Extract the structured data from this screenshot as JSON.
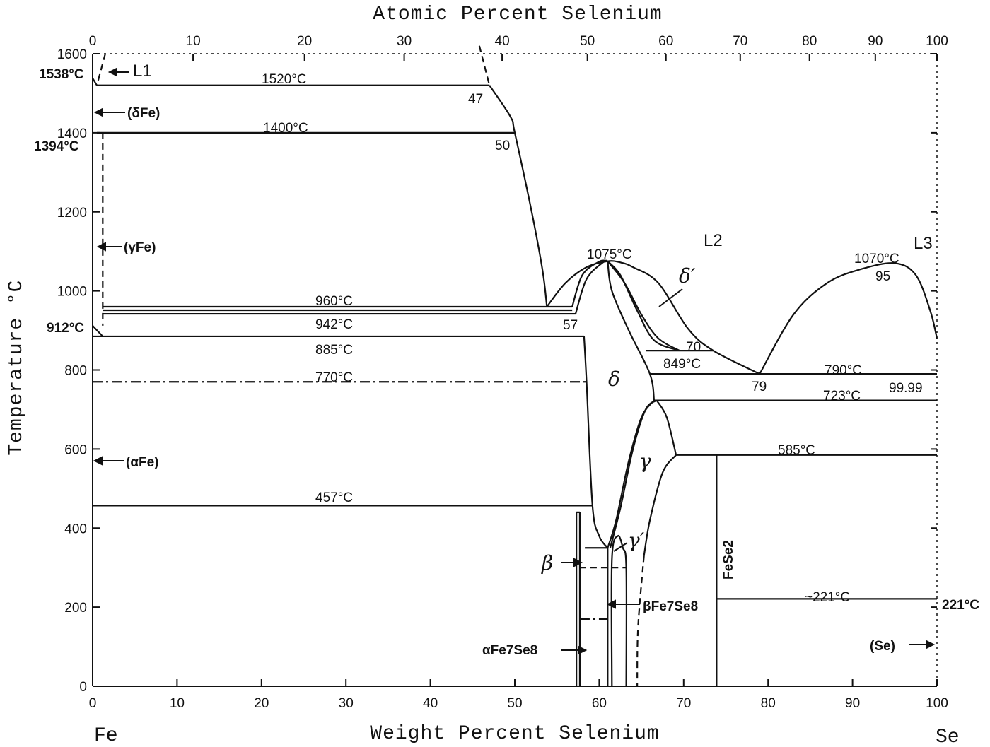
{
  "chart_data": {
    "type": "line",
    "title": "",
    "xlabel": "Weight Percent Selenium",
    "x2label": "Atomic Percent Selenium",
    "ylabel": "Temperature °C",
    "xlim": [
      0,
      100
    ],
    "ylim": [
      0,
      1600
    ],
    "grid": false,
    "x_ticks": [
      "0",
      "10",
      "20",
      "30",
      "40",
      "50",
      "60",
      "70",
      "80",
      "90",
      "100"
    ],
    "x2_ticks": [
      {
        "label": "0",
        "wt": 0
      },
      {
        "label": "10",
        "wt": 11.9
      },
      {
        "label": "20",
        "wt": 25.1
      },
      {
        "label": "30",
        "wt": 36.9
      },
      {
        "label": "40",
        "wt": 48.5
      },
      {
        "label": "50",
        "wt": 58.6
      },
      {
        "label": "60",
        "wt": 67.9
      },
      {
        "label": "70",
        "wt": 76.7
      },
      {
        "label": "80",
        "wt": 84.9
      },
      {
        "label": "90",
        "wt": 92.7
      },
      {
        "label": "100",
        "wt": 100
      }
    ],
    "y_ticks": [
      "0",
      "200",
      "400",
      "600",
      "800",
      "1000",
      "1200",
      "1400",
      "1600"
    ],
    "end_labels": {
      "left": "Fe",
      "right": "Se"
    },
    "isotherms": [
      {
        "name": "1520°C",
        "T": 1520,
        "x": [
          0.5,
          47
        ]
      },
      {
        "name": "1400°C",
        "T": 1400,
        "x": [
          0.5,
          50
        ]
      },
      {
        "name": "960°C",
        "T": 960,
        "x": [
          1.2,
          56.8
        ]
      },
      {
        "name": "942°C",
        "T": 942,
        "x": [
          1.2,
          57.2
        ]
      },
      {
        "name": "885°C",
        "T": 885,
        "x": [
          0,
          58.2
        ]
      },
      {
        "name": "770°C",
        "T": 770,
        "x": [
          0,
          58.5
        ],
        "style": "dashdot"
      },
      {
        "name": "457°C",
        "T": 457,
        "x": [
          0,
          59.2
        ]
      },
      {
        "name": "849°C",
        "T": 849,
        "x": [
          65.5,
          73.5
        ]
      },
      {
        "name": "790°C",
        "T": 790,
        "x": [
          66,
          100
        ]
      },
      {
        "name": "723°C",
        "T": 723,
        "x": [
          66.5,
          100
        ]
      },
      {
        "name": "585°C",
        "T": 585,
        "x": [
          69.1,
          100
        ]
      },
      {
        "name": "~221°C",
        "T": 221,
        "x": [
          73.9,
          100
        ]
      }
    ],
    "series": [
      {
        "name": "",
        "style": "solid",
        "points": [
          [
            47,
            1520
          ],
          [
            49.5,
            1440
          ],
          [
            50,
            1400
          ],
          [
            52,
            1200
          ],
          [
            53.3,
            1050
          ],
          [
            53.8,
            960
          ]
        ]
      },
      {
        "name": "",
        "style": "dashed",
        "points": [
          [
            45.8,
            1620
          ],
          [
            47,
            1520
          ]
        ]
      },
      {
        "name": "",
        "style": "dashed",
        "points": [
          [
            1.5,
            1600
          ],
          [
            0.5,
            1520
          ]
        ]
      },
      {
        "name": "",
        "style": "solid",
        "points": [
          [
            0,
            1538
          ],
          [
            0.5,
            1520
          ]
        ]
      },
      {
        "name": "",
        "style": "dashed",
        "points": [
          [
            1.2,
            1400
          ],
          [
            1.2,
            912
          ]
        ]
      },
      {
        "name": "",
        "style": "solid",
        "points": [
          [
            0,
            912
          ],
          [
            1.2,
            885
          ]
        ]
      },
      {
        "name": "",
        "style": "solid",
        "points": [
          [
            53.8,
            960
          ],
          [
            56,
            1020
          ],
          [
            58.5,
            1060
          ],
          [
            61,
            1075
          ],
          [
            62.5,
            1072
          ],
          [
            64,
            1060
          ],
          [
            67,
            1020
          ],
          [
            70.5,
            905
          ],
          [
            73.5,
            849
          ],
          [
            79,
            790
          ]
        ]
      },
      {
        "name": "",
        "style": "solid",
        "points": [
          [
            56.8,
            960
          ],
          [
            58,
            1040
          ],
          [
            60,
            1074
          ],
          [
            61,
            1075
          ]
        ]
      },
      {
        "name": "",
        "style": "solid",
        "points": [
          [
            57.2,
            942
          ],
          [
            58.5,
            1030
          ],
          [
            60.5,
            1073
          ],
          [
            61,
            1075
          ]
        ]
      },
      {
        "name": "",
        "style": "solid",
        "points": [
          [
            61,
            1075
          ],
          [
            63,
            1020
          ],
          [
            65,
            940
          ],
          [
            67,
            880
          ],
          [
            69.5,
            849
          ]
        ]
      },
      {
        "name": "",
        "style": "solid",
        "points": [
          [
            61,
            1075
          ],
          [
            62.5,
            1040
          ],
          [
            64.5,
            950
          ],
          [
            66.5,
            875
          ],
          [
            69.5,
            849
          ]
        ]
      },
      {
        "name": "",
        "style": "solid",
        "points": [
          [
            61,
            1075
          ],
          [
            61.5,
            1000
          ],
          [
            63.5,
            900
          ],
          [
            66,
            790
          ],
          [
            66.5,
            723
          ]
        ]
      },
      {
        "name": "",
        "style": "solid",
        "points": [
          [
            58.2,
            885
          ],
          [
            58.5,
            770
          ],
          [
            59.2,
            457
          ],
          [
            60,
            380
          ],
          [
            61,
            350
          ]
        ]
      },
      {
        "name": "",
        "style": "solid",
        "points": [
          [
            61,
            350
          ],
          [
            62,
            420
          ],
          [
            63.5,
            570
          ],
          [
            65,
            680
          ],
          [
            66.5,
            723
          ]
        ]
      },
      {
        "name": "",
        "style": "solid",
        "points": [
          [
            61.3,
            350
          ],
          [
            62.5,
            450
          ],
          [
            64,
            600
          ],
          [
            65.5,
            700
          ],
          [
            66.8,
            723
          ]
        ]
      },
      {
        "name": "",
        "style": "solid",
        "points": [
          [
            66.8,
            723
          ],
          [
            68,
            680
          ],
          [
            69.1,
            585
          ]
        ]
      },
      {
        "name": "",
        "style": "solid",
        "points": [
          [
            69.1,
            585
          ],
          [
            67.5,
            540
          ],
          [
            66,
            420
          ],
          [
            65.3,
            330
          ]
        ]
      },
      {
        "name": "",
        "style": "dashed",
        "points": [
          [
            65.3,
            330
          ],
          [
            64.6,
            150
          ],
          [
            64.5,
            0
          ]
        ]
      },
      {
        "name": "",
        "style": "solid",
        "points": [
          [
            79,
            790
          ],
          [
            83,
            940
          ],
          [
            87,
            1020
          ],
          [
            91,
            1055
          ],
          [
            95,
            1070
          ],
          [
            97.5,
            1040
          ],
          [
            99.2,
            950
          ],
          [
            100,
            880
          ]
        ]
      },
      {
        "name": "",
        "style": "solid",
        "points": [
          [
            57.3,
            0
          ],
          [
            57.3,
            440
          ]
        ]
      },
      {
        "name": "",
        "style": "solid",
        "points": [
          [
            57.7,
            0
          ],
          [
            57.7,
            440
          ]
        ]
      },
      {
        "name": "",
        "style": "solid",
        "points": [
          [
            57.3,
            440
          ],
          [
            57.7,
            440
          ]
        ]
      },
      {
        "name": "",
        "style": "solid",
        "points": [
          [
            58.3,
            350
          ],
          [
            61,
            350
          ]
        ]
      },
      {
        "name": "",
        "style": "dashed",
        "points": [
          [
            57.7,
            300
          ],
          [
            61,
            300
          ]
        ]
      },
      {
        "name": "",
        "style": "dashdot",
        "points": [
          [
            57.7,
            170
          ],
          [
            61,
            170
          ]
        ]
      },
      {
        "name": "",
        "style": "solid",
        "points": [
          [
            61,
            350
          ],
          [
            61,
            0
          ]
        ]
      },
      {
        "name": "",
        "style": "solid",
        "points": [
          [
            61.5,
            0
          ],
          [
            61.5,
            320
          ],
          [
            62.2,
            380
          ],
          [
            62.8,
            350
          ],
          [
            63.2,
            300
          ],
          [
            63.2,
            0
          ]
        ]
      },
      {
        "name": "",
        "style": "dashed",
        "points": [
          [
            61.5,
            300
          ],
          [
            63.2,
            300
          ]
        ]
      },
      {
        "name": "",
        "style": "solid",
        "points": [
          [
            73.9,
            585
          ],
          [
            73.9,
            0
          ]
        ]
      }
    ],
    "annotations": [
      "1538°C",
      "L1",
      "(δFe)",
      "1520°C",
      "47",
      "1400°C",
      "50",
      "1394°C",
      "(γFe)",
      "912°C",
      "960°C",
      "942°C",
      "57",
      "885°C",
      "770°C",
      "1075°C",
      "L2",
      "δ′",
      "δ",
      "70",
      "849°C",
      "79",
      "790°C",
      "723°C",
      "99.99",
      "1070°C",
      "95",
      "L3",
      "(αFe)",
      "γ",
      "585°C",
      "457°C",
      "β",
      "γ′",
      "FeSe2",
      "βFe7Se8",
      "αFe7Se8",
      "~221°C",
      "221°C",
      "(Se)"
    ]
  }
}
